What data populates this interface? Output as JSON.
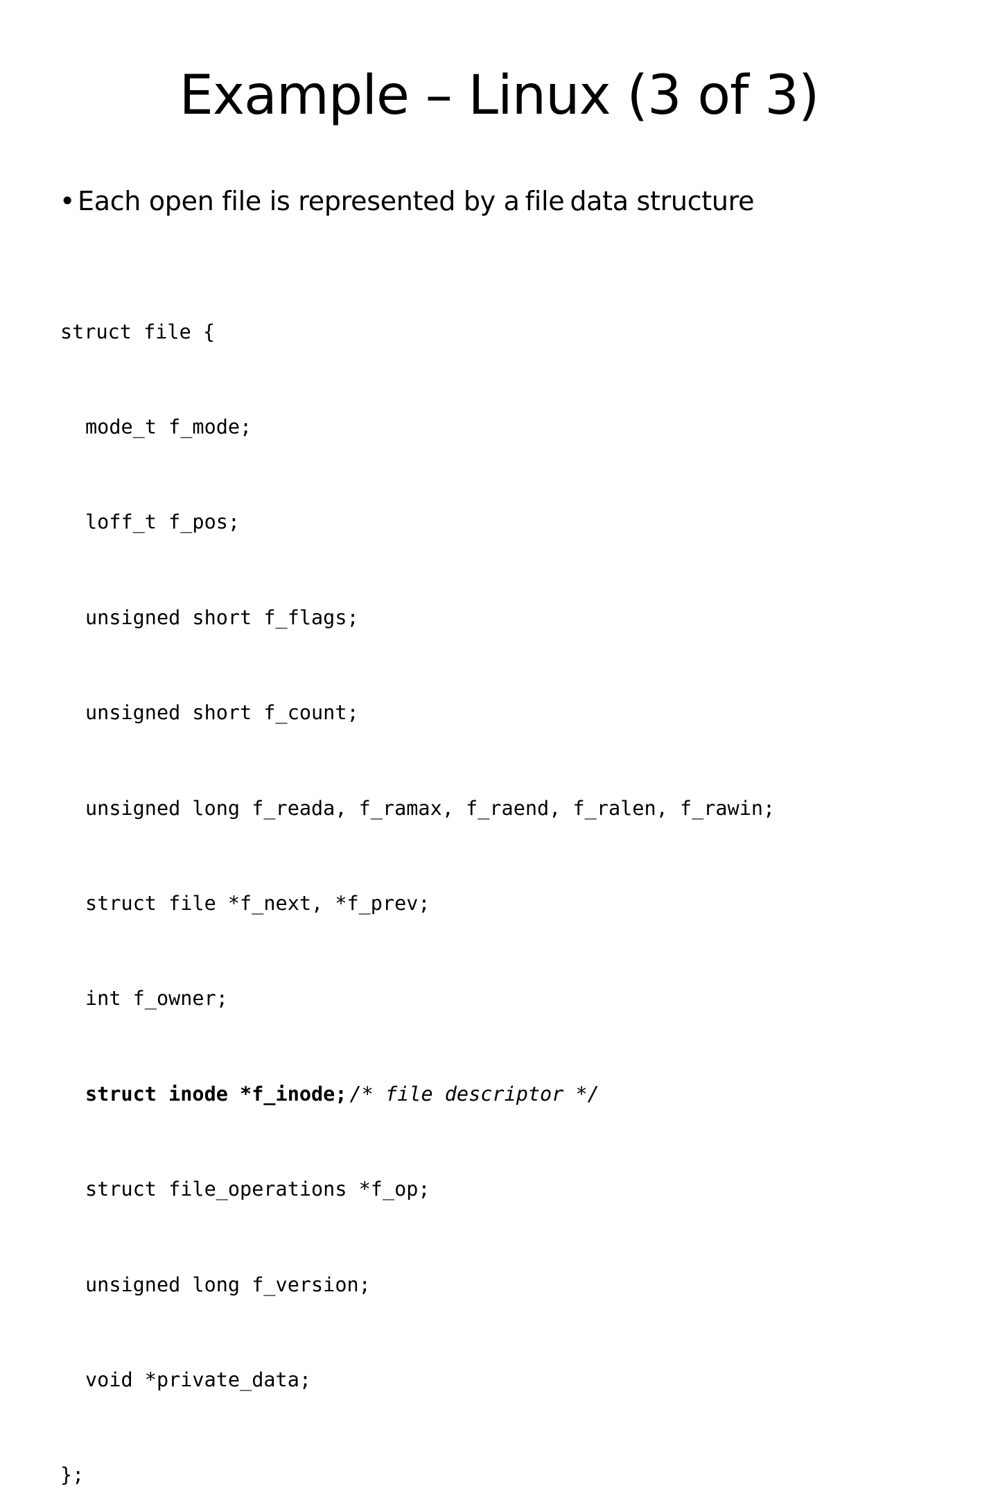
{
  "slide": {
    "title": "Example – Linux (3 of 3)",
    "bullet": {
      "marker": "•",
      "text_before": "Each open file is represented by a",
      "code_word": "file",
      "text_after": "data structure"
    },
    "code": {
      "open": "struct file {",
      "lines": [
        "mode_t f_mode;",
        "loff_t f_pos;",
        "unsigned short f_flags;",
        "unsigned short f_count;",
        "unsigned long f_reada, f_ramax, f_raend, f_ralen, f_rawin;",
        "struct file *f_next, *f_prev;",
        "int f_owner;"
      ],
      "highlight_line": "struct inode *f_inode;",
      "highlight_comment": "/* file descriptor */",
      "lines_after": [
        "struct file_operations *f_op;",
        "unsigned long f_version;",
        "void *private_data;"
      ],
      "close": "};"
    }
  }
}
